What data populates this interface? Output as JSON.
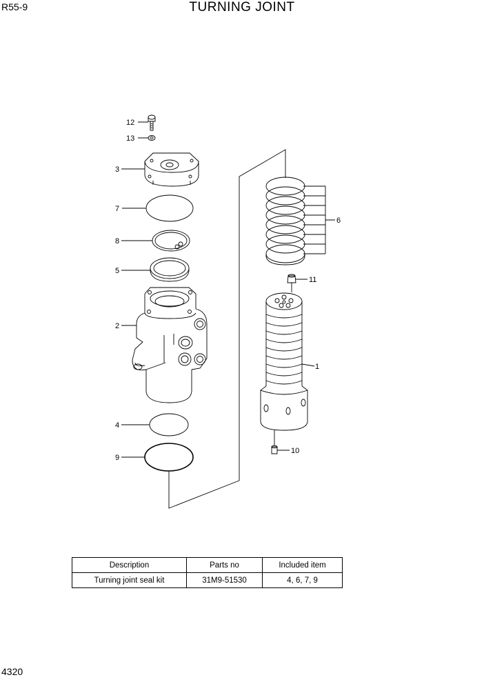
{
  "header": {
    "model": "R55-9",
    "title": "TURNING JOINT"
  },
  "footer": {
    "page_number": "4320"
  },
  "callouts": {
    "c1": "1",
    "c2": "2",
    "c3": "3",
    "c4": "4",
    "c5": "5",
    "c6": "6",
    "c7": "7",
    "c8": "8",
    "c9": "9",
    "c10": "10",
    "c11": "11",
    "c12": "12",
    "c13": "13"
  },
  "table": {
    "headers": [
      "Description",
      "Parts no",
      "Included item"
    ],
    "rows": [
      [
        "Turning joint seal kit",
        "31M9-51530",
        "4, 6, 7, 9"
      ]
    ]
  }
}
